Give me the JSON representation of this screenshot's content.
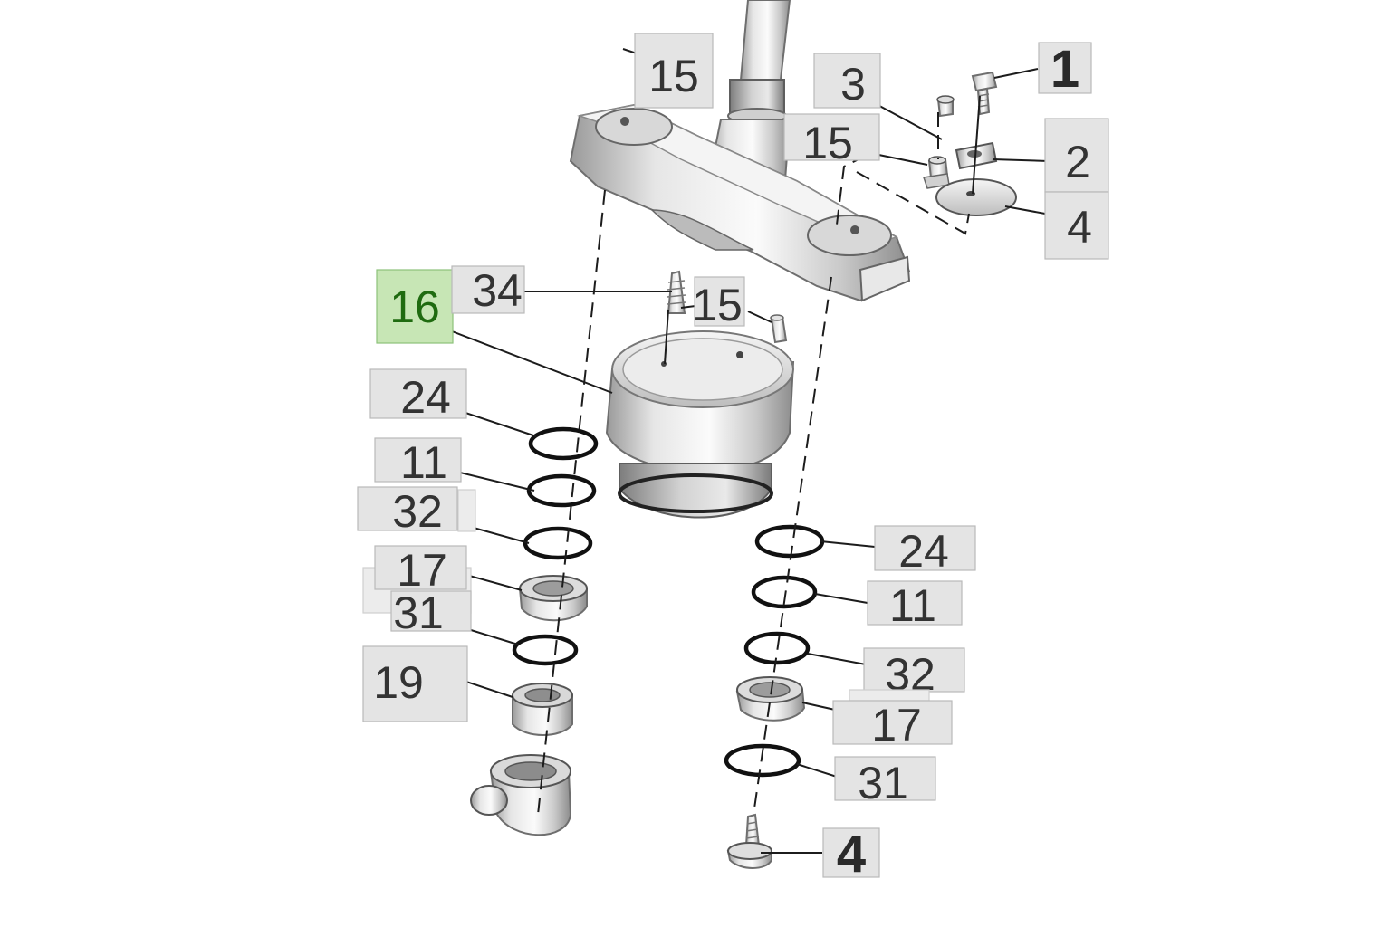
{
  "callouts": {
    "c1": "1",
    "c2": "2",
    "c3": "3",
    "c4_top": "4",
    "c15_top": "15",
    "c15_upper": "15",
    "c15_mid": "15",
    "c16": "16",
    "c34": "34",
    "c24_left": "24",
    "c11_left": "11",
    "c32_left": "32",
    "c17_left": "17",
    "c31_left": "31",
    "c19": "19",
    "c24_right": "24",
    "c11_right": "11",
    "c32_right": "32",
    "c17_right": "17",
    "c31_right": "31",
    "c4_bottom": "4"
  },
  "colors": {
    "highlight_fill": "#c7e6b5",
    "highlight_text": "#1f6b10",
    "callout_fill": "#e4e4e4",
    "callout_text": "#333333"
  }
}
